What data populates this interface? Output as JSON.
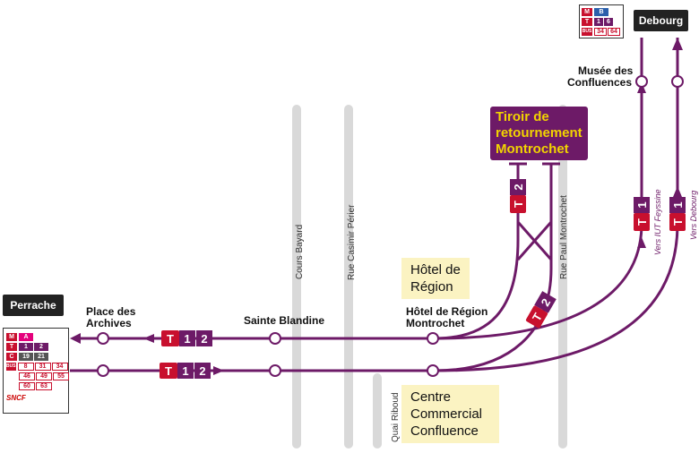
{
  "terminals": {
    "perrache": "Perrache",
    "debourg": "Debourg"
  },
  "stations": {
    "place_des_archives": [
      "Place des",
      "Archives"
    ],
    "sainte_blandine": "Sainte Blandine",
    "hotel_region_montrochet": [
      "Hôtel de Région",
      "Montrochet"
    ],
    "musee_des_confluences": [
      "Musée des",
      "Confluences"
    ]
  },
  "streets": {
    "cours_bayard": "Cours Bayard",
    "rue_casimir_perier": "Rue Casimir Périer",
    "rue_paul_montrochet": "Rue Paul Montrochet",
    "quai_riboud": "Quai Riboud"
  },
  "landmarks": {
    "hotel_de_region": [
      "Hôtel de",
      "Région"
    ],
    "centre_commercial": [
      "Centre",
      "Commercial",
      "Confluence"
    ]
  },
  "tiroir": [
    "Tiroir de",
    "retournement",
    "Montrochet"
  ],
  "lines": {
    "tram_letter": "T",
    "t1": "1",
    "t2": "2"
  },
  "directions": {
    "vers_iut_feyssine": "Vers IUT Feyssine",
    "vers_debourg": "Vers Debourg"
  },
  "legend_perrache": {
    "rows": [
      {
        "mode": "M",
        "lines": [
          "A"
        ]
      },
      {
        "mode": "T",
        "lines": [
          "1",
          "2"
        ]
      },
      {
        "mode": "C",
        "lines": [
          "19",
          "21"
        ]
      },
      {
        "mode": "BUS",
        "lines": [
          "8",
          "31",
          "34"
        ]
      },
      {
        "mode": "",
        "lines": [
          "46",
          "49",
          "55"
        ]
      },
      {
        "mode": "",
        "lines": [
          "60",
          "63"
        ]
      }
    ],
    "sncf": "SNCF"
  },
  "legend_debourg": {
    "rows": [
      {
        "mode": "M",
        "lines": [
          "B"
        ]
      },
      {
        "mode": "T",
        "lines": [
          "1",
          "6"
        ]
      },
      {
        "mode": "BUS",
        "lines": [
          "34",
          "64"
        ]
      }
    ]
  },
  "colors": {
    "tram_line": "#6d1a67",
    "tram_badge": "#c8102e",
    "street": "#d9d9d9",
    "landmark": "#fbf3c2"
  }
}
